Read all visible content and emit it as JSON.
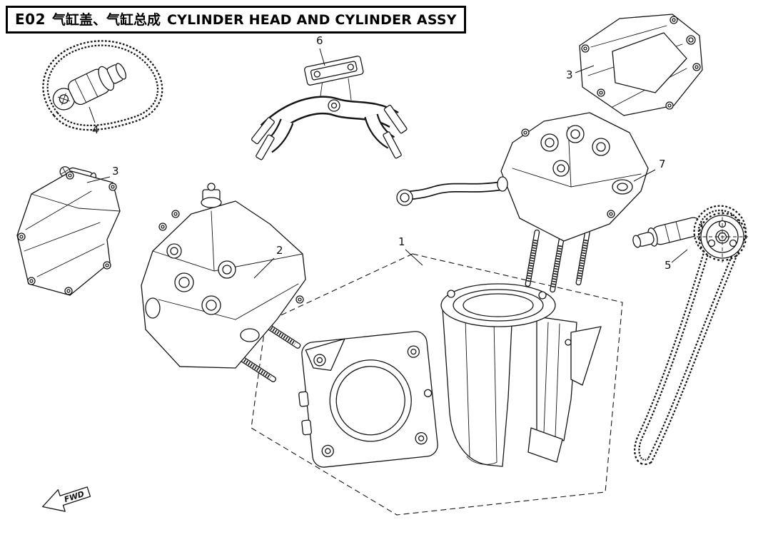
{
  "title": {
    "code": "E02",
    "title_cn": "气缸盖、气缸总成",
    "title_en": "CYLINDER HEAD AND CYLINDER ASSY"
  },
  "fwd_label": "FWD",
  "callouts": [
    "1",
    "2",
    "3",
    "3",
    "4",
    "5",
    "6",
    "7"
  ],
  "colors": {
    "ink": "#151515",
    "background": "#ffffff"
  }
}
